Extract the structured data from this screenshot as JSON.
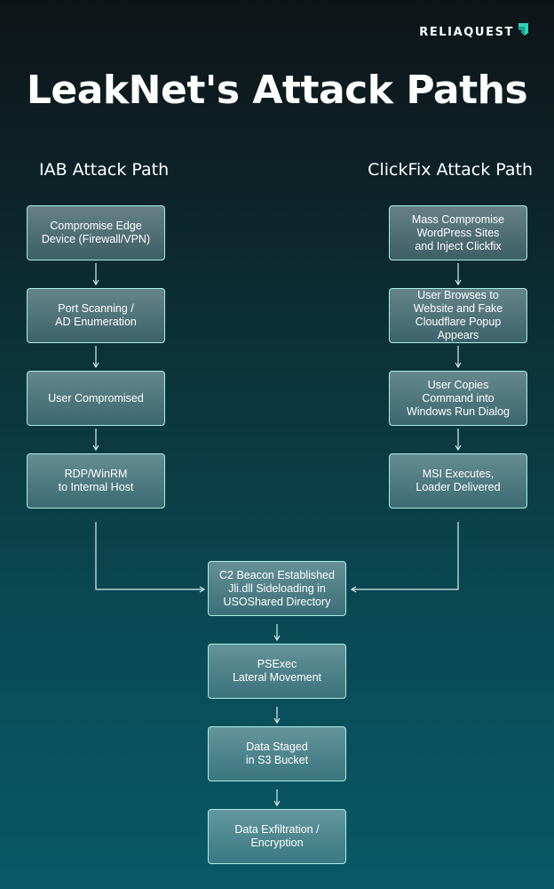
{
  "brand": {
    "name": "RELIAQUEST"
  },
  "title": "LeakNet's Attack Paths",
  "left_path": {
    "title": "IAB Attack Path",
    "steps": [
      "Compromise Edge\nDevice (Firewall/VPN)",
      "Port Scanning /\nAD Enumeration",
      "User Compromised",
      "RDP/WinRM\nto Internal Host"
    ]
  },
  "right_path": {
    "title": "ClickFix Attack Path",
    "steps": [
      "Mass Compromise\nWordPress Sites\nand Inject Clickfix",
      "User Browses to\nWebsite and Fake\nCloudflare Popup Appears",
      "User Copies\nCommand into\nWindows Run Dialog",
      "MSI Executes,\nLoader Delivered"
    ]
  },
  "merged_path": {
    "steps": [
      "C2 Beacon Established\nJli.dll Sideloading in\nUSOShared Directory",
      "PSExec\nLateral Movement",
      "Data Staged\nin S3 Bucket",
      "Data Exfiltration /\nEncryption"
    ]
  },
  "colors": {
    "box_border": "#a8efe6",
    "connector": "#d8eef0",
    "logo_accent": "#2fd1b8"
  }
}
